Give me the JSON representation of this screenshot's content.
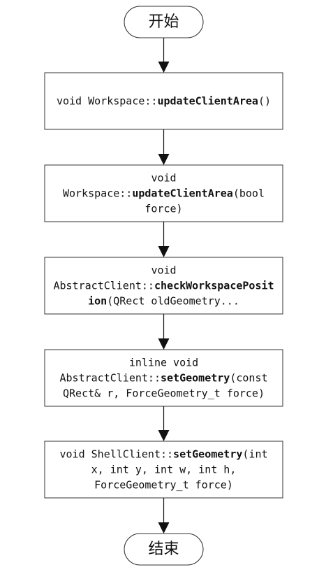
{
  "flowchart": {
    "start": {
      "label": "开始"
    },
    "end": {
      "label": "结束"
    },
    "steps": [
      {
        "lines": [
          [
            {
              "t": "void Workspace::",
              "b": false
            },
            {
              "t": "updateClientArea",
              "b": true
            },
            {
              "t": "()",
              "b": false
            }
          ]
        ]
      },
      {
        "lines": [
          [
            {
              "t": "void",
              "b": false
            }
          ],
          [
            {
              "t": "Workspace::",
              "b": false
            },
            {
              "t": "updateClientArea",
              "b": true
            },
            {
              "t": "(bool",
              "b": false
            }
          ],
          [
            {
              "t": "force)",
              "b": false
            }
          ]
        ]
      },
      {
        "lines": [
          [
            {
              "t": "void",
              "b": false
            }
          ],
          [
            {
              "t": "AbstractClient::",
              "b": false
            },
            {
              "t": "checkWorkspacePosit",
              "b": true
            }
          ],
          [
            {
              "t": "ion",
              "b": true
            },
            {
              "t": "(QRect oldGeometry...",
              "b": false
            }
          ]
        ]
      },
      {
        "lines": [
          [
            {
              "t": "inline void",
              "b": false
            }
          ],
          [
            {
              "t": "AbstractClient::",
              "b": false
            },
            {
              "t": "setGeometry",
              "b": true
            },
            {
              "t": "(const",
              "b": false
            }
          ],
          [
            {
              "t": "QRect& r, ForceGeometry_t force)",
              "b": false
            }
          ]
        ]
      },
      {
        "lines": [
          [
            {
              "t": "void ShellClient::",
              "b": false
            },
            {
              "t": "setGeometry",
              "b": true
            },
            {
              "t": "(int",
              "b": false
            }
          ],
          [
            {
              "t": "x, int y, int w, int h,",
              "b": false
            }
          ],
          [
            {
              "t": "ForceGeometry_t force)",
              "b": false
            }
          ]
        ]
      }
    ]
  }
}
